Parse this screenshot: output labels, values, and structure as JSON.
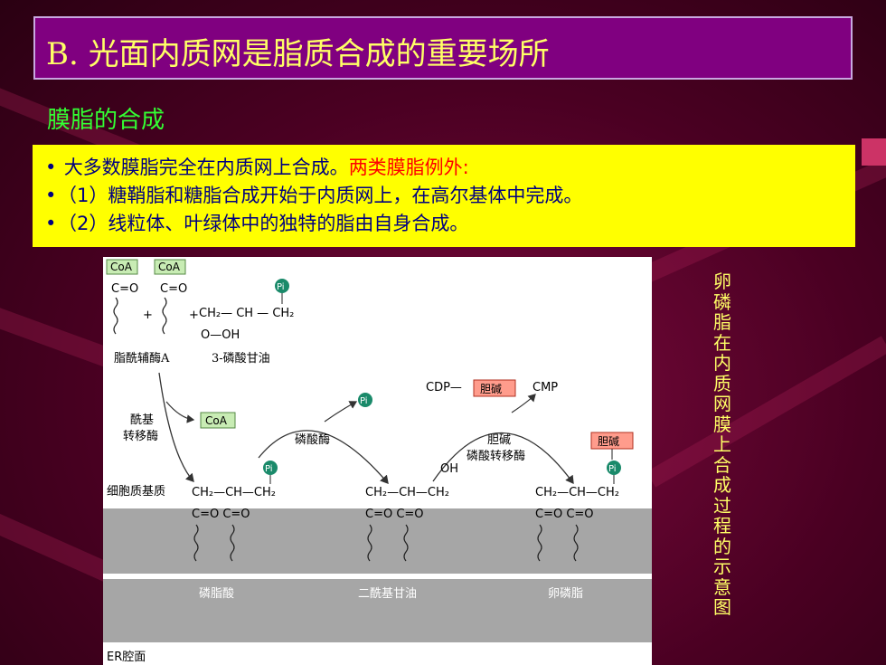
{
  "title": "B. 光面内质网是脂质合成的重要场所",
  "subtitle": "膜脂的合成",
  "bullets": [
    {
      "text": "大多数膜脂完全在内质网上合成。",
      "highlight": "两类膜脂例外:"
    },
    {
      "text": "（1）糖鞘脂和糖脂合成开始于内质网上，在高尔基体中完成。",
      "highlight": ""
    },
    {
      "text": "（2）线粒体、叶绿体中的独特的脂由自身合成。",
      "highlight": ""
    }
  ],
  "side_caption": "卵磷脂在内质网膜上合成过程的示意图",
  "figure": {
    "coa1": "CoA",
    "coa2": "CoA",
    "coa3": "CoA",
    "pi": "Pi",
    "co": "C=O",
    "plus": "+",
    "glycerol_top": "CH₂— CH — CH₂",
    "oh_label": "O—OH",
    "acyl_coa": "脂酰辅酶A",
    "glycerol3p": "3-磷酸甘油",
    "acyltransferase_1": "酰基",
    "acyltransferase_2": "转移酶",
    "phosphatase": "磷酸酶",
    "cdp": "CDP—",
    "choline": "胆碱",
    "cmp": "CMP",
    "choline_transferase_1": "胆碱",
    "choline_transferase_2": "磷酸转移酶",
    "cytosol": "细胞质基质",
    "backbone": "CH₂—CH—CH₂",
    "oh": "OH",
    "ester_pair": "C=O C=O",
    "phosphatidic_acid": "磷脂酸",
    "diacylglycerol": "二酰基甘油",
    "lecithin": "卵磷脂",
    "er_lumen": "ER腔面"
  },
  "colors": {
    "title_bg": "#800080",
    "title_text": "#ffff66",
    "subtitle_text": "#33ff33",
    "bullet_bg": "#ffff00",
    "bullet_text": "#000080",
    "highlight": "#ff0000",
    "coa_fill": "#c8ecb4",
    "choline_fill": "#ff9c8c",
    "pi_fill": "#1a8a6a",
    "membrane": "#a6a6a6"
  }
}
